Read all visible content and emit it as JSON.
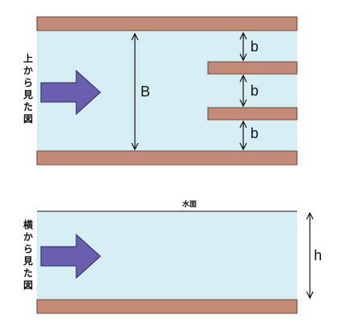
{
  "plan_view": {
    "label_lines": [
      "上",
      "か",
      "ら",
      "見",
      "た",
      "図"
    ],
    "width_symbol": "B",
    "gap_symbol": "b"
  },
  "side_view": {
    "label_lines": [
      "横",
      "か",
      "ら",
      "見",
      "た",
      "図"
    ],
    "water_surface_label": "水面",
    "depth_symbol": "h"
  },
  "colors": {
    "water": "#d4eef4",
    "wall": "#c48a78",
    "wall_border": "#6b4438",
    "arrow": "#6a5fae",
    "arrow_border": "#2c2660",
    "line": "#111111"
  },
  "icons": {
    "flow_arrow": "right-block-arrow",
    "dimension_arrow": "double-headed-vertical-arrow"
  }
}
